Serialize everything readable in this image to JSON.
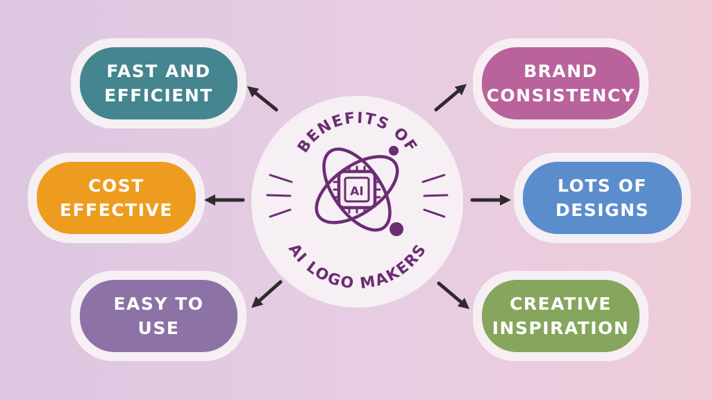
{
  "center": {
    "top_text": "BENEFITS OF",
    "bottom_text": "AI LOGO MAKERS",
    "chip_label": "AI"
  },
  "benefits": [
    {
      "line1": "FAST AND",
      "line2": "EFFICIENT",
      "color": "#44858f"
    },
    {
      "line1": "COST",
      "line2": "EFFECTIVE",
      "color": "#ee9c1f"
    },
    {
      "line1": "EASY TO",
      "line2": "USE",
      "color": "#8d72a6"
    },
    {
      "line1": "BRAND",
      "line2": "CONSISTENCY",
      "color": "#b9629b"
    },
    {
      "line1": "LOTS OF",
      "line2": "DESIGNS",
      "color": "#5b8dcd"
    },
    {
      "line1": "CREATIVE",
      "line2": "INSPIRATION",
      "color": "#86a65e"
    }
  ],
  "colors": {
    "accent_purple": "#6b2c74",
    "arrow": "#2f2a2e"
  }
}
